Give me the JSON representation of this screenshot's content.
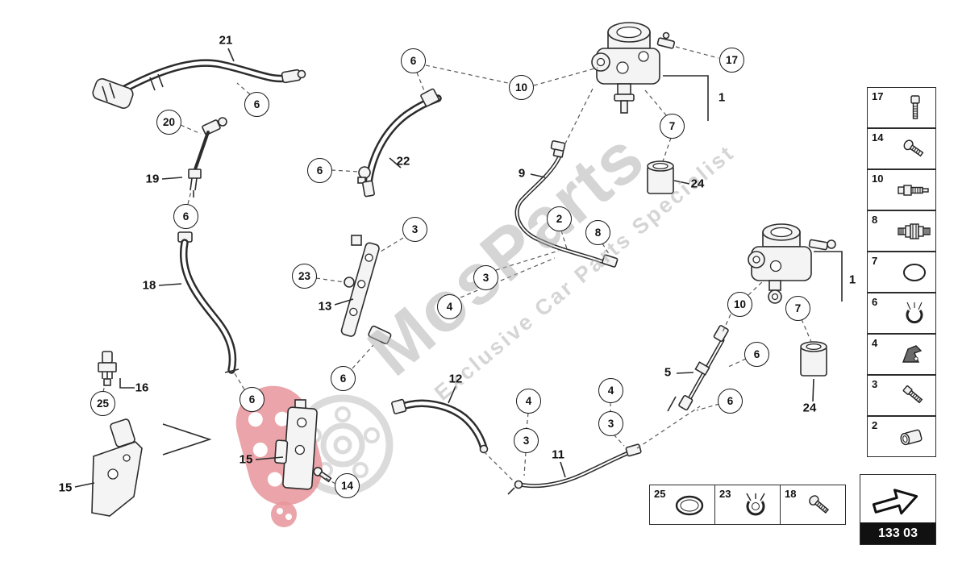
{
  "watermark": {
    "brand": "MosParts",
    "tagline": "Exclusive Car Parts Specialist"
  },
  "page": {
    "code": "133 03"
  },
  "callouts": {
    "circled": [
      "6",
      "20",
      "6",
      "6",
      "6",
      "3",
      "23",
      "10",
      "17",
      "7",
      "2",
      "8",
      "3",
      "4",
      "6",
      "6",
      "4",
      "4",
      "3",
      "3",
      "6",
      "6",
      "10",
      "7",
      "25",
      "14"
    ],
    "plain": [
      "21",
      "19",
      "18",
      "22",
      "13",
      "9",
      "1",
      "24",
      "12",
      "11",
      "5",
      "16",
      "15",
      "15",
      "24",
      "1"
    ]
  },
  "sidebar": {
    "items": [
      {
        "label": "17",
        "icon": "cap-screw-icon"
      },
      {
        "label": "14",
        "icon": "oval-screw-icon"
      },
      {
        "label": "10",
        "icon": "valve-fitting-icon"
      },
      {
        "label": "8",
        "icon": "union-adapter-icon"
      },
      {
        "label": "7",
        "icon": "o-ring-icon"
      },
      {
        "label": "6",
        "icon": "hose-clamp-icon"
      },
      {
        "label": "4",
        "icon": "holder-clip-icon"
      },
      {
        "label": "3",
        "icon": "screw-icon"
      },
      {
        "label": "2",
        "icon": "sleeve-icon"
      }
    ]
  },
  "legend": {
    "items": [
      {
        "label": "25",
        "icon": "o-ring-large-icon"
      },
      {
        "label": "23",
        "icon": "spring-clamp-icon"
      },
      {
        "label": "18",
        "icon": "pan-screw-icon"
      }
    ]
  },
  "colors": {
    "accent_red": "#d94f57",
    "watermark_gray": "#c4c4c4",
    "line": "#2c2c2c"
  }
}
